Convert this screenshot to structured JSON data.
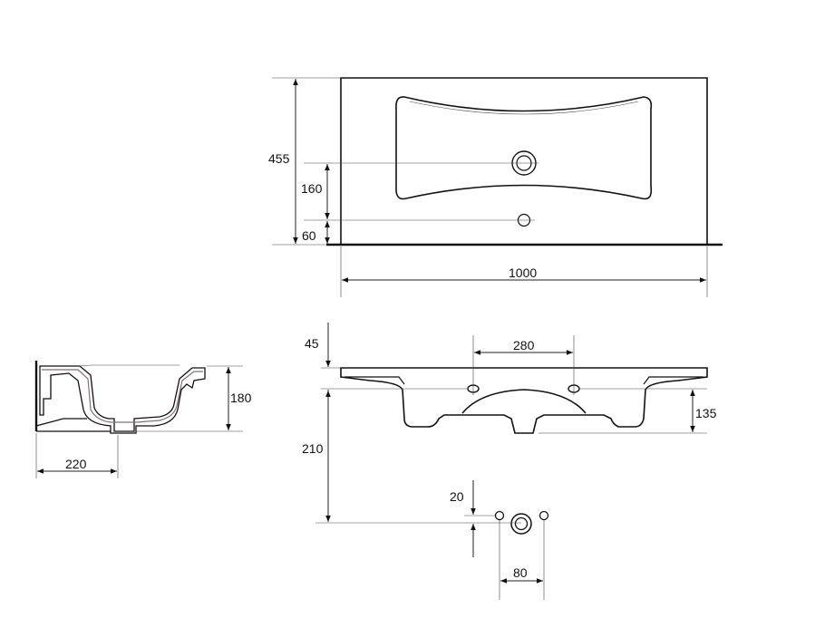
{
  "dimensions": {
    "top_view_depth": "455",
    "top_tap_offset": "160",
    "top_drain_offset": "60",
    "top_width": "1000",
    "side_height": "180",
    "side_depth": "220",
    "front_rim": "45",
    "front_tap_spacing": "280",
    "front_bowl_height": "135",
    "front_total_height": "210",
    "pipe_offset": "20",
    "pipe_spacing": "80"
  }
}
